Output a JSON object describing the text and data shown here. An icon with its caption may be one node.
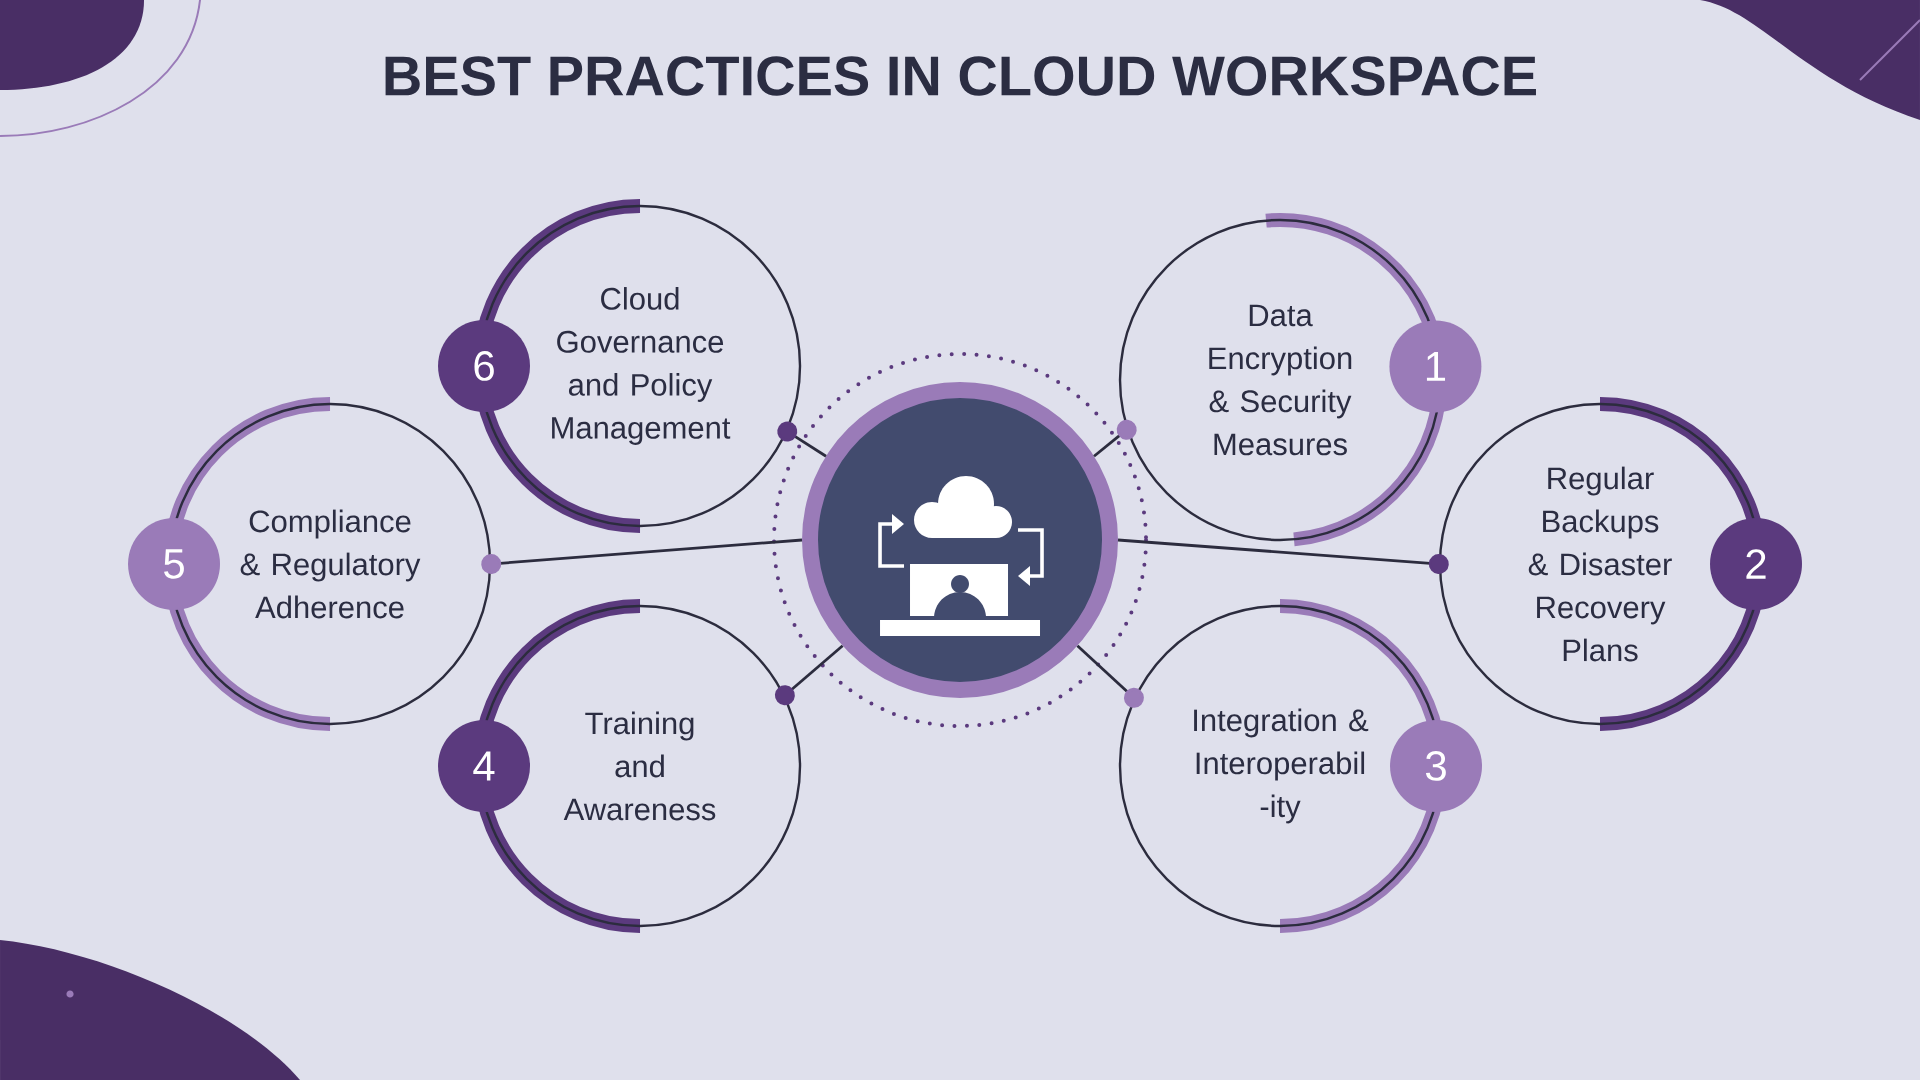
{
  "diagram": {
    "title": "BEST PRACTICES IN CLOUD WORKSPACE",
    "nodes": [
      {
        "text": [],
        "shape": "picture"
      },
      {
        "text": [
          "Data Encryption & Security Measures",
          "1"
        ]
      },
      {
        "text": [
          "Regular Backups & Disaster Recovery Plans",
          "2"
        ]
      },
      {
        "text": [
          "Integration & Interoperabil -ity",
          "3"
        ]
      },
      {
        "text": [
          "4",
          "Training and Awareness"
        ]
      },
      {
        "text": [
          "5",
          "Compliance & Regulatory Adherence"
        ]
      },
      {
        "text": [
          "6",
          "Cloud Governance and Policy Management"
        ]
      }
    ],
    "edges": [
      {
        "from": 0,
        "to": 1,
        "arrow": "other"
      },
      {
        "from": 0,
        "to": 2,
        "arrow": "other"
      },
      {
        "from": 0,
        "to": 3,
        "arrow": "other"
      },
      {
        "from": 0,
        "to": 4,
        "arrow": "other"
      },
      {
        "from": 0,
        "to": 5,
        "arrow": "other"
      },
      {
        "from": 0,
        "to": 6,
        "arrow": "other"
      }
    ]
  }
}
